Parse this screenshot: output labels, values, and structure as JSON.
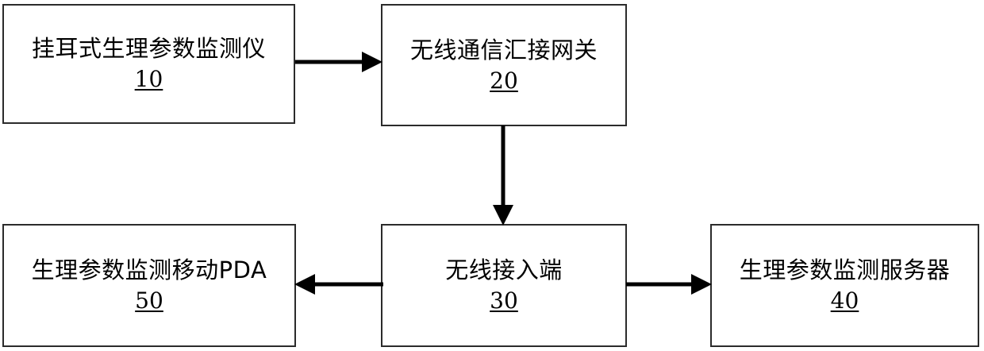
{
  "diagram": {
    "type": "system-block-diagram",
    "background_color": "#ffffff",
    "line_color": "#000000",
    "text_color": "#000000",
    "nodes": [
      {
        "id": "node-10",
        "label": "挂耳式生理参数监测仪",
        "ref": "10"
      },
      {
        "id": "node-20",
        "label": "无线通信汇接网关",
        "ref": "20"
      },
      {
        "id": "node-30",
        "label": "无线接入端",
        "ref": "30"
      },
      {
        "id": "node-40",
        "label": "生理参数监测服务器",
        "ref": "40"
      },
      {
        "id": "node-50",
        "label": "生理参数监测移动PDA",
        "ref": "50"
      }
    ],
    "connectors": [
      {
        "id": "arrow-10-20",
        "from": "10",
        "to": "20",
        "direction": "right"
      },
      {
        "id": "arrow-20-30",
        "from": "20",
        "to": "30",
        "direction": "down"
      },
      {
        "id": "arrow-30-50",
        "from": "30",
        "to": "50",
        "direction": "left"
      },
      {
        "id": "arrow-30-40",
        "from": "30",
        "to": "40",
        "direction": "right"
      }
    ]
  }
}
